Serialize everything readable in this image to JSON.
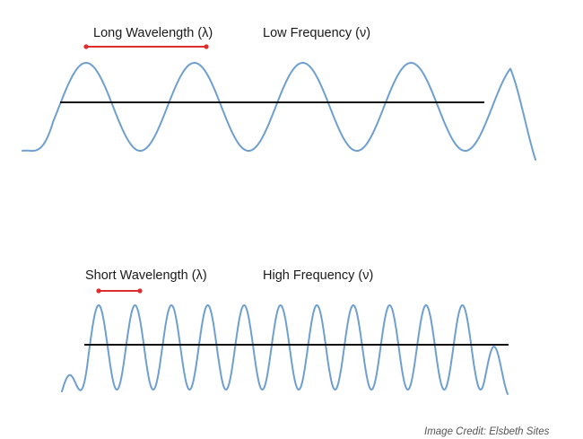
{
  "colors": {
    "wave": "#6e9fcf",
    "axis": "#111111",
    "marker": "#dd2d2d",
    "text": "#1a1a1a",
    "credit": "#555555"
  },
  "panels": [
    {
      "wavelength_label": "Long Wavelength (λ)",
      "frequency_label": "Low Frequency (ν)",
      "cycles_visible": 4.5
    },
    {
      "wavelength_label": "Short Wavelength (λ)",
      "frequency_label": "High Frequency (ν)",
      "cycles_visible": 12.5
    }
  ],
  "credit": "Image Credit: Elsbeth Sites"
}
